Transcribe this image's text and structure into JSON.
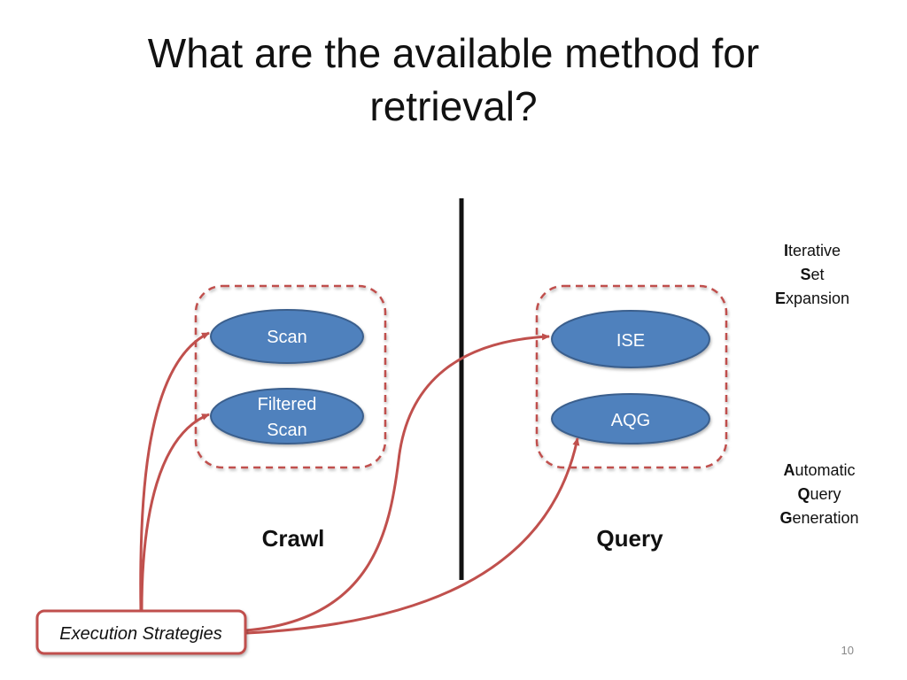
{
  "slide": {
    "title_line1": "What are the available method for",
    "title_line2": "retrieval?",
    "page_number": "10"
  },
  "diagram": {
    "crawl": {
      "label": "Crawl",
      "items": [
        "Scan",
        "Filtered",
        "Scan"
      ]
    },
    "query": {
      "label": "Query",
      "items": [
        "ISE",
        "AQG"
      ]
    },
    "source": "Execution Strategies"
  },
  "abbreviations": {
    "ise": [
      {
        "initial": "I",
        "rest": "terative"
      },
      {
        "initial": "S",
        "rest": "et"
      },
      {
        "initial": "E",
        "rest": "xpansion"
      }
    ],
    "aqg": [
      {
        "initial": "A",
        "rest": "utomatic"
      },
      {
        "initial": "Q",
        "rest": "uery"
      },
      {
        "initial": "G",
        "rest": "eneration"
      }
    ]
  },
  "colors": {
    "ellipse_fill": "#4f81bd",
    "ellipse_stroke": "#3a5f8d",
    "dashed_border": "#c0504d",
    "arrow": "#c0504d",
    "divider": "#111111"
  }
}
